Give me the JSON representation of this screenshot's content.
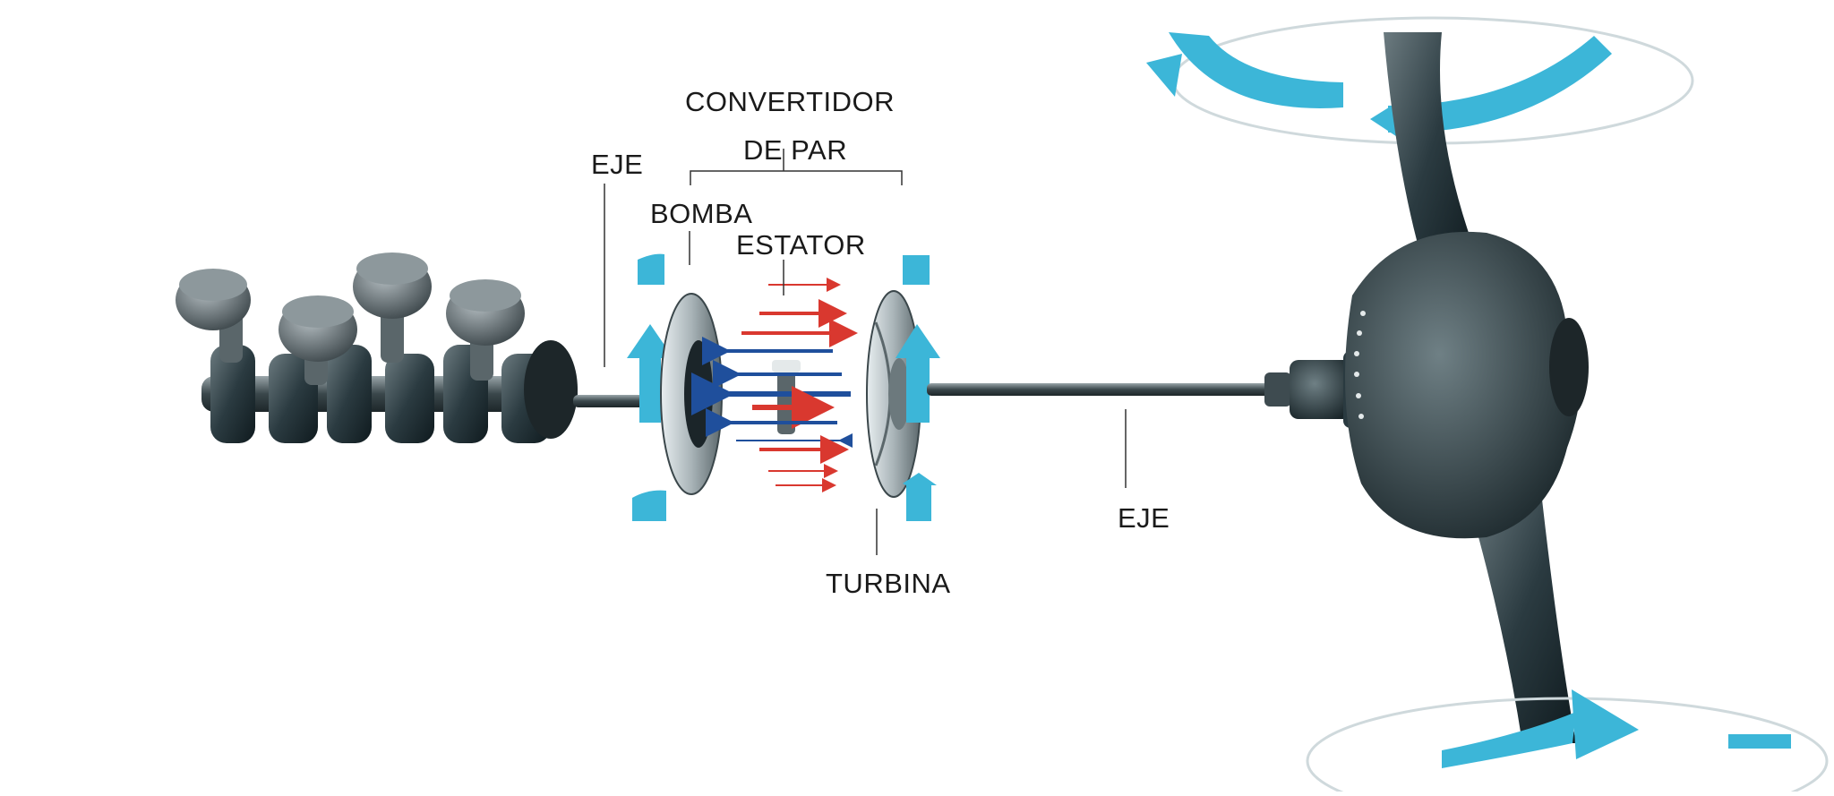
{
  "labels": {
    "convertidor_line1": "CONVERTIDOR",
    "convertidor_line2": "DE PAR",
    "eje_left": "EJE",
    "bomba": "BOMBA",
    "estator": "ESTATOR",
    "turbina": "TURBINA",
    "eje_right": "EJE"
  },
  "colors": {
    "flow_cyan": "#3cb6d8",
    "arrow_red": "#d9382f",
    "arrow_blue": "#1f4f9c",
    "metal_dark": "#2a3a40",
    "label_text": "#1a1a1a",
    "leader_line": "#333333"
  }
}
